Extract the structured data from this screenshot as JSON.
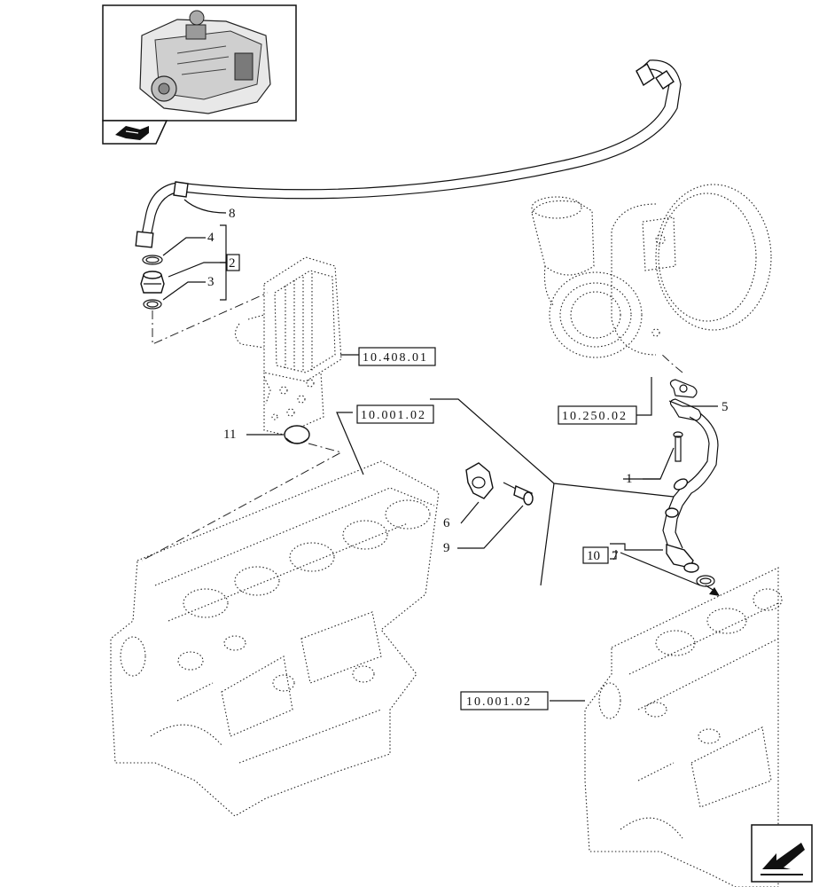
{
  "callouts": [
    {
      "id": "c1",
      "label": "1"
    },
    {
      "id": "c2",
      "label": "2"
    },
    {
      "id": "c3",
      "label": "3"
    },
    {
      "id": "c4",
      "label": "4"
    },
    {
      "id": "c5",
      "label": "5"
    },
    {
      "id": "c6",
      "label": "6"
    },
    {
      "id": "c7",
      "label": "7"
    },
    {
      "id": "c8",
      "label": "8"
    },
    {
      "id": "c9",
      "label": "9"
    },
    {
      "id": "c10",
      "label": "10"
    },
    {
      "id": "c11",
      "label": "11"
    }
  ],
  "references": {
    "oil_cooler": "10.408.01",
    "turbocharger": "10.250.02",
    "engine_block_left": "10.001.02",
    "engine_block_right": "10.001.02"
  },
  "icons": {
    "thumbnail_nav": "engine-thumbnail-icon",
    "back_arrow": "back-arrow-icon"
  }
}
